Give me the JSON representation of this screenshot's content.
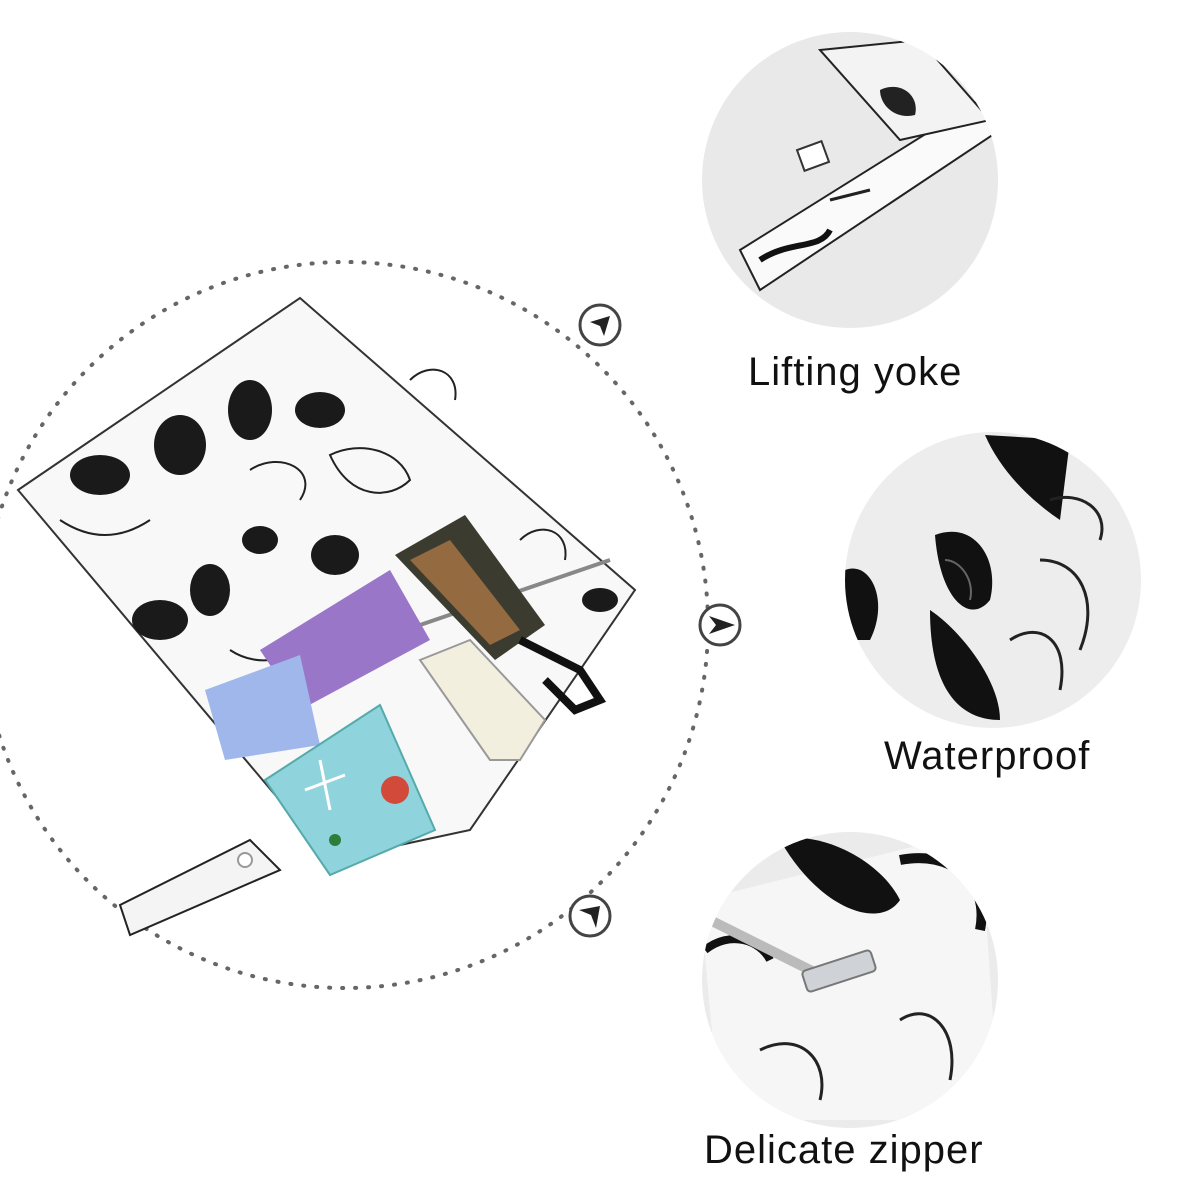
{
  "features": [
    {
      "label": "Lifting yoke",
      "icon": "strap-closeup"
    },
    {
      "label": "Waterproof",
      "icon": "skull-print-closeup"
    },
    {
      "label": "Delicate zipper",
      "icon": "zipper-closeup"
    }
  ],
  "colors": {
    "background": "#ffffff",
    "circle_fill": "#e9e9e9",
    "ink": "#111111",
    "dotted_path": "#555555"
  }
}
